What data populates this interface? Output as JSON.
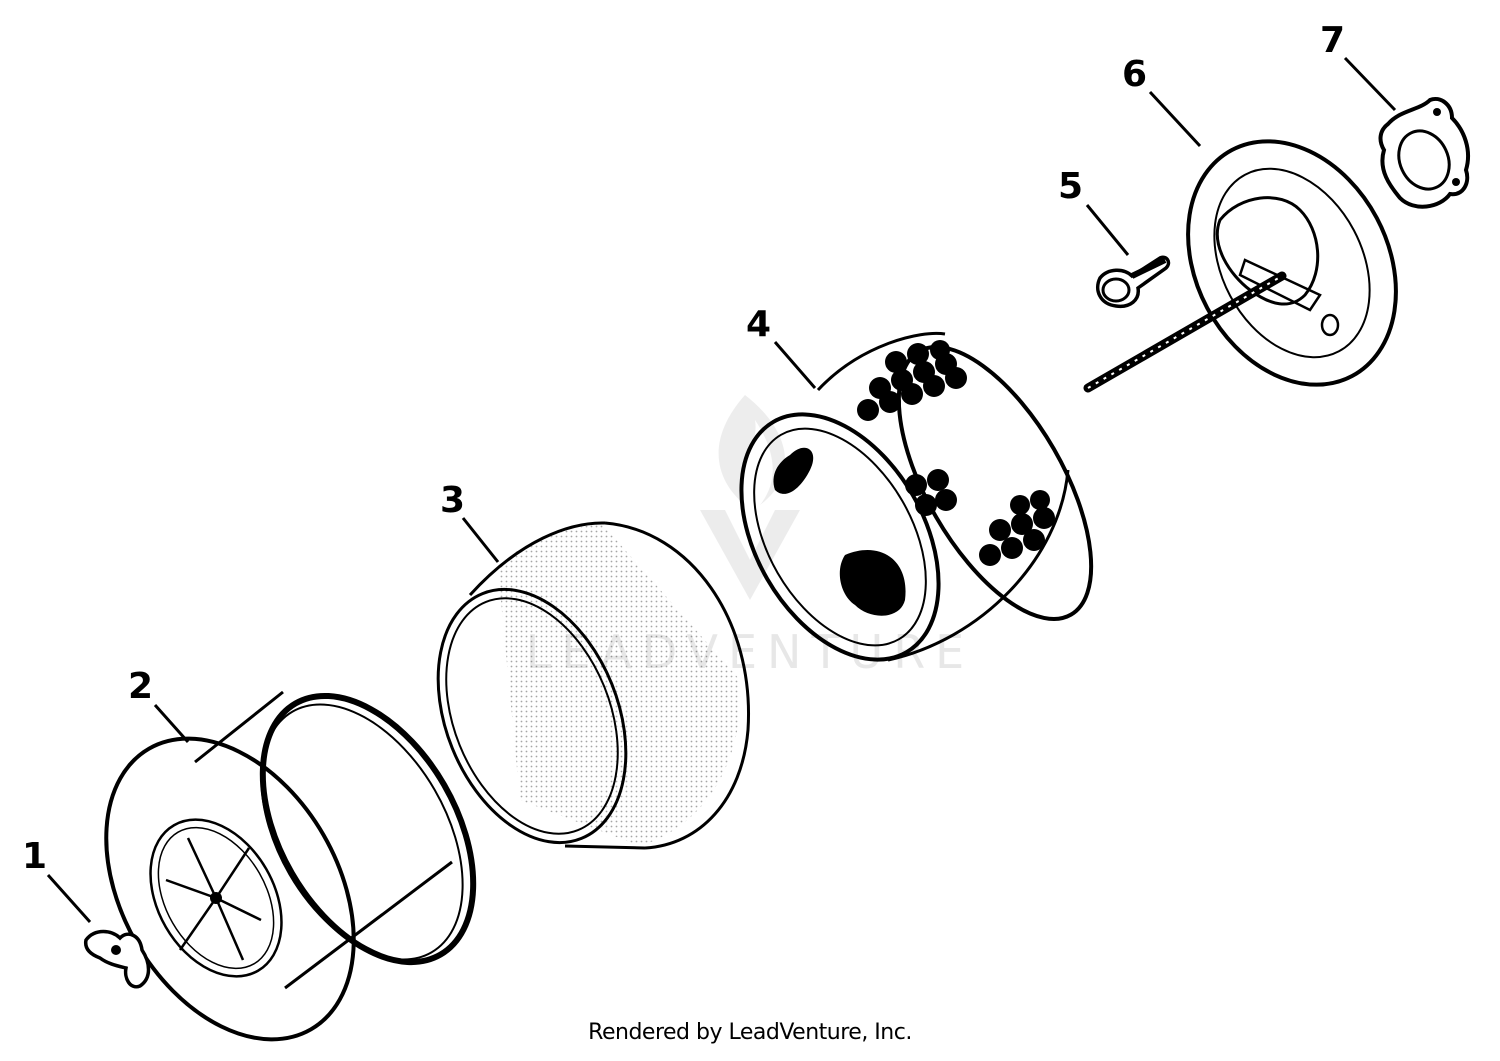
{
  "callouts": [
    {
      "number": "1"
    },
    {
      "number": "2"
    },
    {
      "number": "3"
    },
    {
      "number": "4"
    },
    {
      "number": "5"
    },
    {
      "number": "6"
    },
    {
      "number": "7"
    }
  ],
  "footer": {
    "text": "Rendered by LeadVenture, Inc."
  },
  "watermark": {
    "text": "LEADVENTURE"
  },
  "colors": {
    "ink": "#000000",
    "background": "#ffffff",
    "watermark": "#d9d9d9"
  }
}
